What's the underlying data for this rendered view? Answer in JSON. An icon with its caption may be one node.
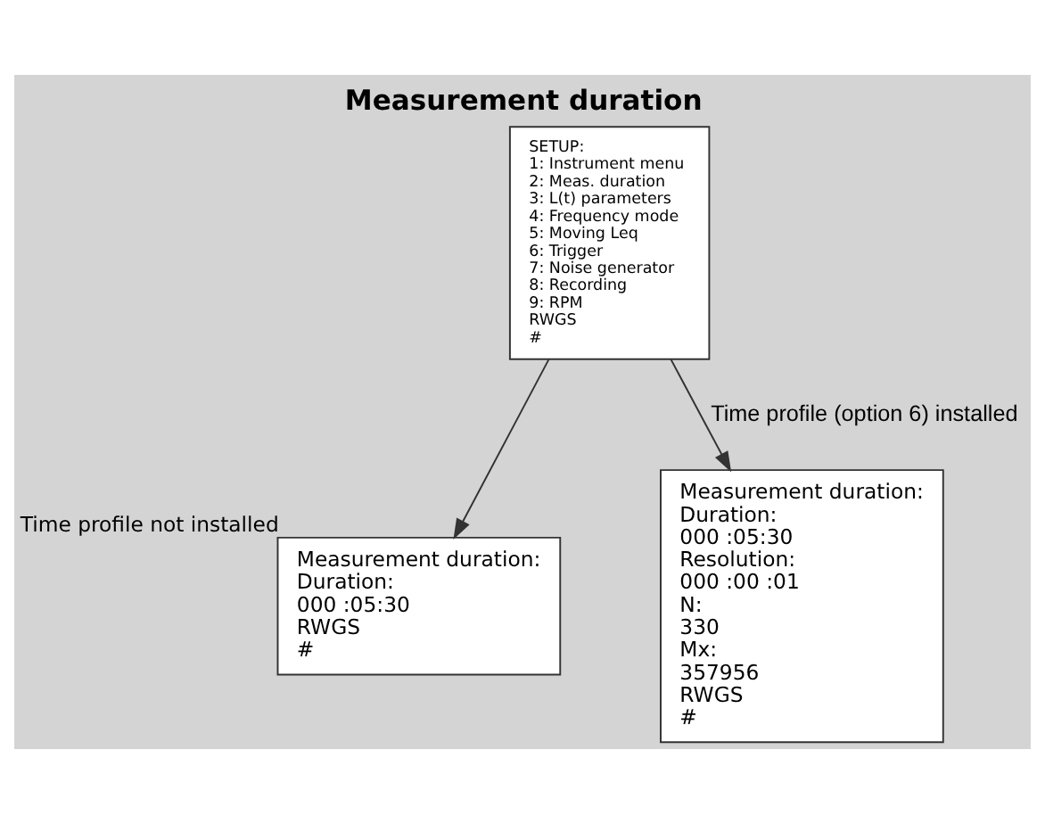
{
  "diagram": {
    "title": "Measurement duration",
    "nodes": [
      {
        "text": [
          "SETUP:",
          "1: Instrument menu",
          "2: Meas. duration",
          "3: L(t) parameters",
          "4: Frequency mode",
          "5: Moving Leq",
          "6: Trigger",
          "7: Noise generator",
          "8: Recording",
          "9: RPM",
          "RWGS",
          "#"
        ]
      },
      {
        "text": [
          "Measurement duration:",
          "Duration:",
          "000 :05:30",
          "RWGS",
          "#"
        ],
        "beside": [
          "Time profile not installed"
        ]
      },
      {
        "text": [
          "Measurement duration:",
          "Duration:",
          "000 :05:30",
          "Resolution:",
          "000 :00 :01",
          "N:",
          "330",
          "Mx:",
          "357956",
          "RWGS",
          "#"
        ]
      }
    ],
    "edges": [
      {
        "from": 0,
        "to": 1,
        "arrow": "to"
      },
      {
        "from": 0,
        "to": 2,
        "arrow": "to",
        "label": "Time profile (option 6) installed"
      }
    ]
  }
}
